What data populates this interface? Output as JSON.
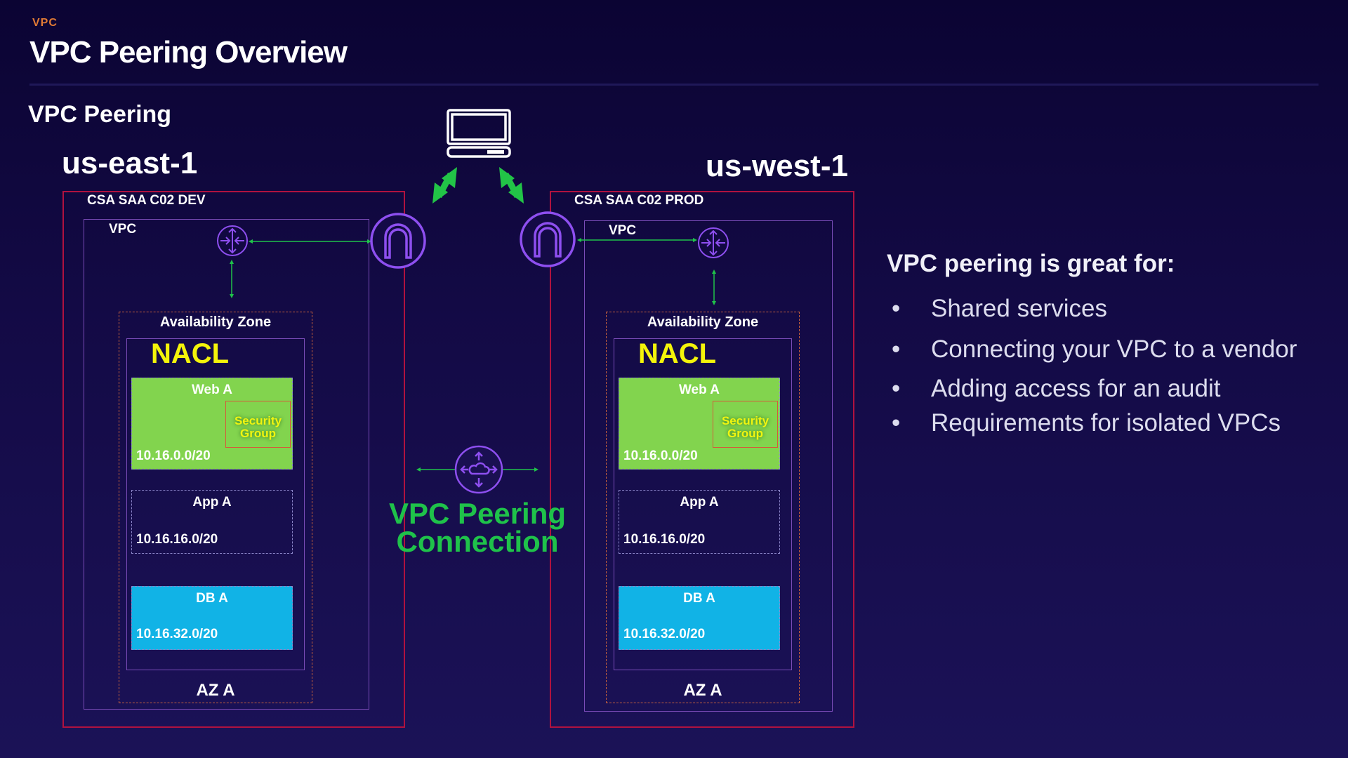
{
  "header": {
    "eyebrow": "VPC",
    "title": "VPC Peering Overview"
  },
  "section_title": "VPC Peering",
  "diagram": {
    "peering_label_line1": "VPC Peering",
    "peering_label_line2": "Connection",
    "colors": {
      "account_border": "#b0123f",
      "vpc_border": "#7a4cb8",
      "az_border": "#c5603c",
      "nacl_text": "#f4f40a",
      "web_subnet": "#82d44e",
      "db_subnet": "#11b3e6",
      "connector": "#1fc24a",
      "icon_purple": "#8e4ff0"
    },
    "left": {
      "region": "us-east-1",
      "account": "CSA SAA C02 DEV",
      "vpc": "VPC",
      "az_title": "Availability Zone",
      "nacl": "NACL",
      "web": {
        "name": "Web A",
        "cidr": "10.16.0.0/20",
        "sg_line1": "Security",
        "sg_line2": "Group"
      },
      "app": {
        "name": "App  A",
        "cidr": "10.16.16.0/20"
      },
      "db": {
        "name": "DB A",
        "cidr": "10.16.32.0/20"
      },
      "az_name": "AZ  A"
    },
    "right": {
      "region": "us-west-1",
      "account": "CSA SAA C02 PROD",
      "vpc": "VPC",
      "az_title": "Availability Zone",
      "nacl": "NACL",
      "web": {
        "name": "Web A",
        "cidr": "10.16.0.0/20",
        "sg_line1": "Security",
        "sg_line2": "Group"
      },
      "app": {
        "name": "App  A",
        "cidr": "10.16.16.0/20"
      },
      "db": {
        "name": "DB A",
        "cidr": "10.16.32.0/20"
      },
      "az_name": "AZ  A"
    }
  },
  "benefits": {
    "title": "VPC peering is great for:",
    "items": [
      "Shared services",
      "Connecting your VPC to a vendor",
      "Adding access for an audit",
      "Requirements for isolated VPCs"
    ]
  }
}
